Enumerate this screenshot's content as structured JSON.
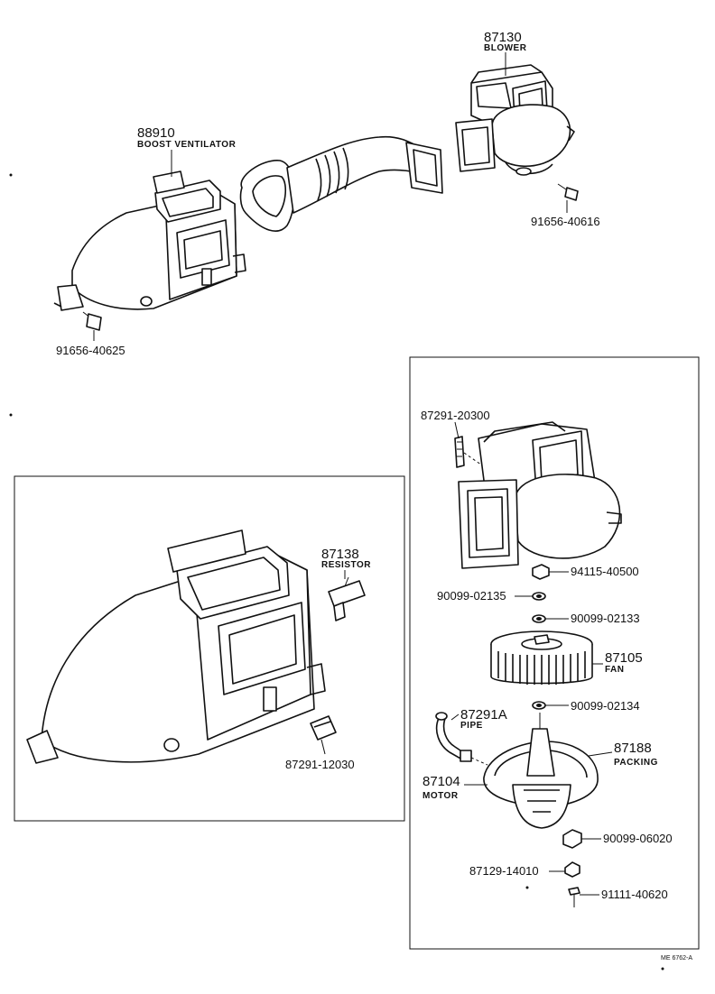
{
  "labels": {
    "p87130": "87130",
    "blower": "BLOWER",
    "p88910": "88910",
    "boost_ventilator": "BOOST VENTILATOR",
    "p91656_40616": "91656-40616",
    "p91656_40625": "91656-40625",
    "p87291_20300": "87291-20300",
    "p94115_40500": "94115-40500",
    "p90099_02135": "90099-02135",
    "p90099_02133": "90099-02133",
    "p87105": "87105",
    "fan": "FAN",
    "p90099_02134": "90099-02134",
    "p87291a": "87291A",
    "pipe": "PIPE",
    "p87188": "87188",
    "packing": "PACKING",
    "p87104": "87104",
    "motor": "MOTOR",
    "p90099_06020": "90099-06020",
    "p87129_14010": "87129-14010",
    "p91111_40620": "91111-40620",
    "p87138": "87138",
    "resistor": "RESISTOR",
    "p87291_12030": "87291-12030",
    "ref": "ME 6762-A"
  }
}
